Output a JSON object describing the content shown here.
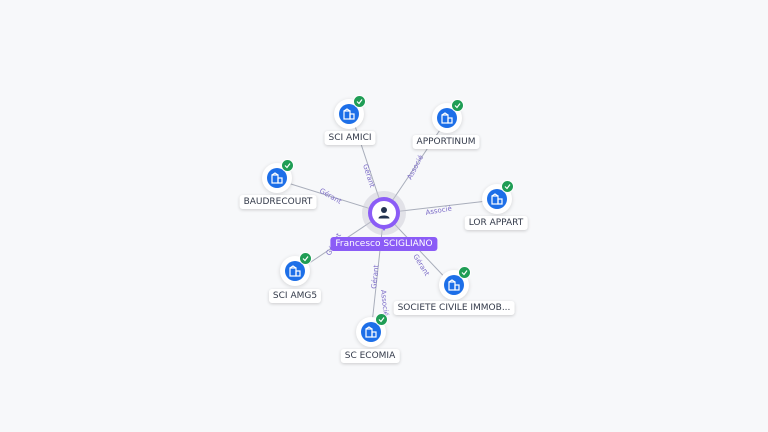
{
  "person": {
    "name": "Francesco SCIGLIANO"
  },
  "companies": [
    {
      "id": "amici",
      "label": "SCI AMICI"
    },
    {
      "id": "apportinum",
      "label": "APPORTINUM"
    },
    {
      "id": "baudrecourt",
      "label": "BAUDRECOURT"
    },
    {
      "id": "lorappart",
      "label": "LOR APPART"
    },
    {
      "id": "amg5",
      "label": "SCI AMG5"
    },
    {
      "id": "societe",
      "label": "SOCIETE CIVILE IMMOB..."
    },
    {
      "id": "ecomia",
      "label": "SC ECOMIA"
    }
  ],
  "relations": [
    {
      "to": "amici",
      "label": "Gérant"
    },
    {
      "to": "apportinum",
      "label": "Associé"
    },
    {
      "to": "baudrecourt",
      "label": "Gérant"
    },
    {
      "to": "lorappart",
      "label": "Associé"
    },
    {
      "to": "amg5",
      "label": "Gérant"
    },
    {
      "to": "societe",
      "label": "Gérant"
    },
    {
      "to": "ecomia",
      "label": "Gérant"
    },
    {
      "to": "ecomia",
      "label": "Associé"
    }
  ],
  "colors": {
    "person": "#8b5cf6",
    "company": "#1d6fe8",
    "verified": "#1f9d55",
    "edge": "#a9aebb",
    "edge_label": "#7c6cc8"
  },
  "icons": {
    "person": "person-icon",
    "company": "building-icon",
    "verified": "check-icon"
  }
}
